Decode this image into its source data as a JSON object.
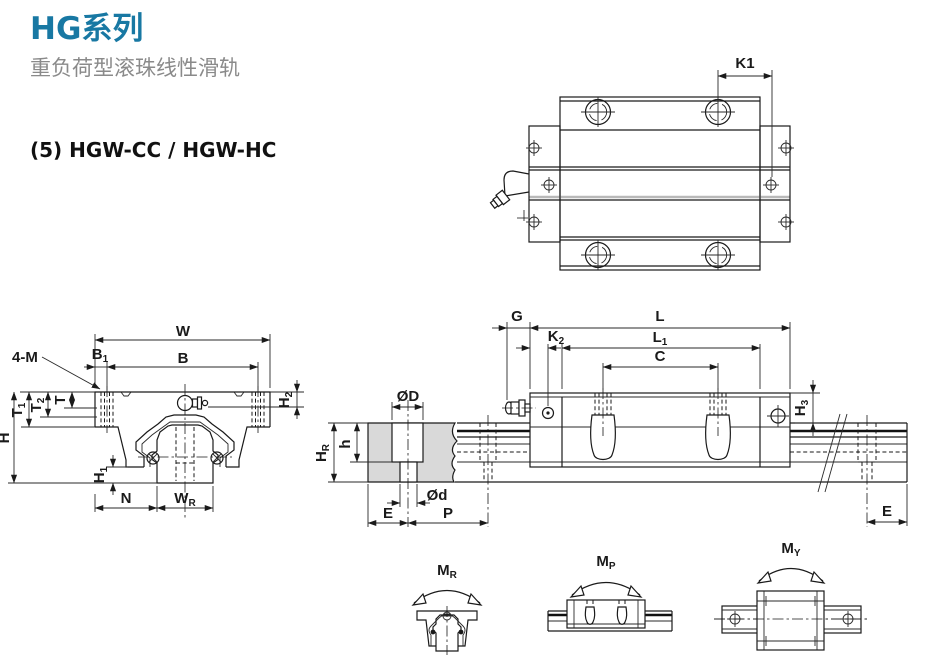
{
  "header": {
    "title": "HG系列",
    "subtitle": "重负荷型滚珠线性滑轨",
    "model": "(5) HGW-CC / HGW-HC"
  },
  "colors": {
    "accent_teal": "#1878a3",
    "subtitle_gray": "#8a8a8a",
    "line_dark": "#1a1a1a",
    "rail_section_fill": "#d9d9d9"
  },
  "labels": {
    "top_view": {
      "k1": "K1"
    },
    "front_view": {
      "w": "W",
      "b": "B",
      "b1_base": "B",
      "b1_sub": "1",
      "four_m": "4-M",
      "t": "T",
      "t1_base": "T",
      "t1_sub": "1",
      "t2_base": "T",
      "t2_sub": "2",
      "h": "H",
      "h1_base": "H",
      "h1_sub": "1",
      "h2_base": "H",
      "h2_sub": "2",
      "n": "N",
      "wr_base": "W",
      "wr_sub": "R"
    },
    "side_view": {
      "g": "G",
      "l": "L",
      "k2_base": "K",
      "k2_sub": "2",
      "l1_base": "L",
      "l1_sub": "1",
      "c": "C",
      "h3_base": "H",
      "h3_sub": "3",
      "e_right": "E"
    },
    "rail_section": {
      "dia_big": "ØD",
      "h": "h",
      "hr_base": "H",
      "hr_sub": "R",
      "dia_small": "Ød",
      "e_left": "E",
      "p": "P"
    },
    "moments": {
      "mr_base": "M",
      "mr_sub": "R",
      "mp_base": "M",
      "mp_sub": "P",
      "my_base": "M",
      "my_sub": "Y"
    }
  }
}
